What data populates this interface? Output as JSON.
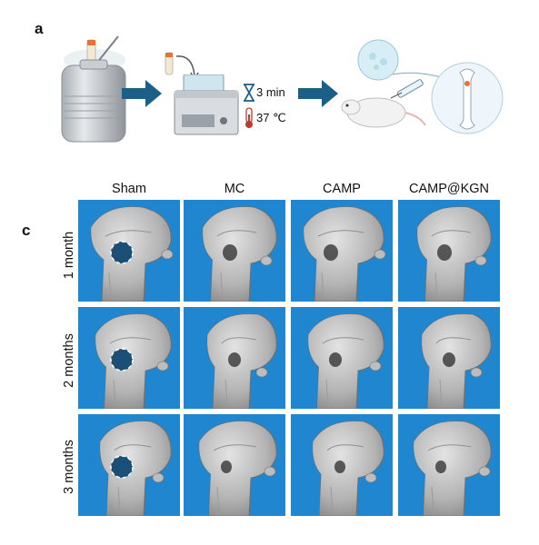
{
  "panel_a": {
    "letter": "a",
    "time_text": "3 min",
    "temp_text": "37 ℃",
    "icons": [
      "liquid-nitrogen-dewar-icon",
      "water-bath-icon",
      "hourglass-icon",
      "thermometer-icon",
      "mouse-injection-icon",
      "femur-icon"
    ],
    "arrow_color": "#1c5f86"
  },
  "panel_c": {
    "letter": "c",
    "columns": [
      "Sham",
      "MC",
      "CAMP",
      "CAMP@KGN"
    ],
    "rows": [
      "1 month",
      "2 months",
      "3 months"
    ],
    "tile_background": "#1f86cf"
  }
}
